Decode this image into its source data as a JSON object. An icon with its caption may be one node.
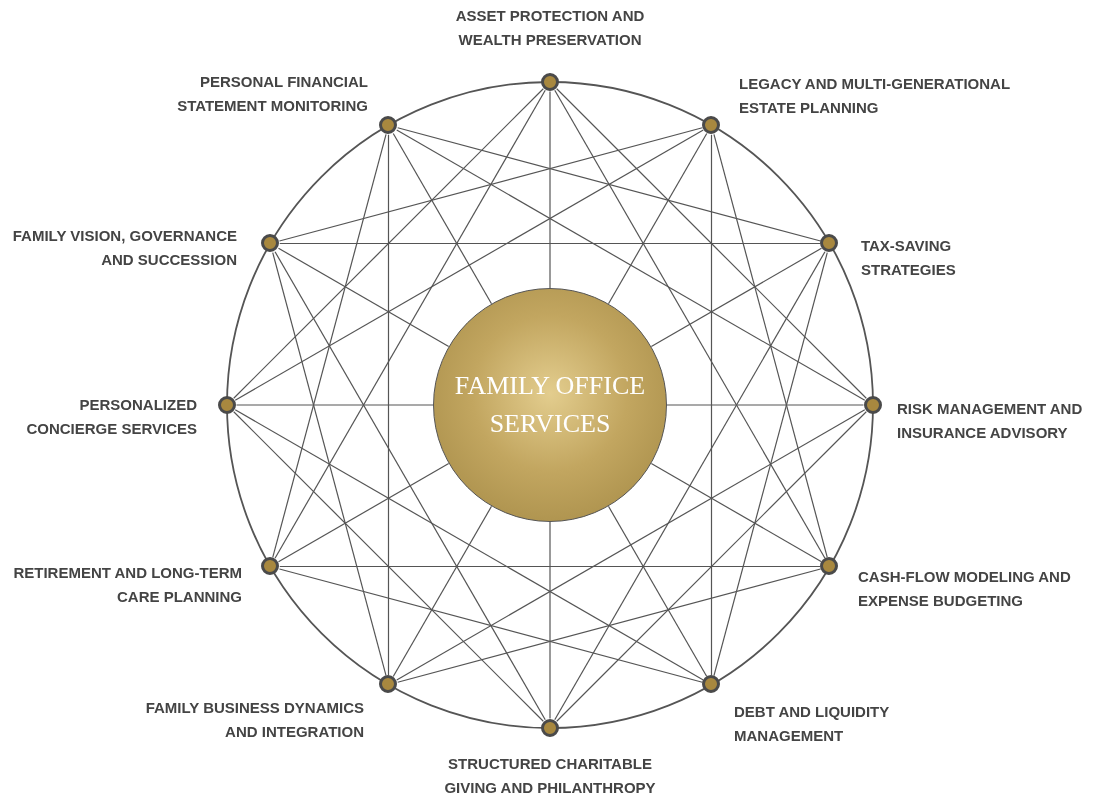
{
  "diagram": {
    "nodes": [
      {
        "text": [
          "ASSET PROTECTION AND WEALTH PRESERVATION"
        ]
      },
      {
        "text": [
          "LEGACY AND MULTI-GENERATIONAL ESTATE PLANNING"
        ]
      },
      {
        "text": [
          "TAX-SAVING STRATEGIES"
        ]
      },
      {
        "text": [
          "RISK MANAGEMENT AND INSURANCE ADVISORY"
        ]
      },
      {
        "text": [
          "CASH-FLOW MODELING AND EXPENSE BUDGETING"
        ]
      },
      {
        "text": [
          "DEBT AND LIQUIDITY MANAGEMENT"
        ]
      },
      {
        "text": [
          "STRUCTURED CHARITABLE GIVING AND PHILANTHROPY"
        ]
      },
      {
        "text": [
          "FAMILY BUSINESS DYNAMICS AND INTEGRATION"
        ]
      },
      {
        "text": [
          "RETIREMENT AND LONG-TERM CARE PLANNING"
        ]
      },
      {
        "text": [
          "PERSONALIZED CONCIERGE SERVICES"
        ]
      },
      {
        "text": [
          "FAMILY VISION, GOVERNANCE AND SUCCESSION"
        ]
      },
      {
        "text": [
          "PERSONAL FINANCIAL STATEMENT MONITORING"
        ]
      },
      {
        "text": [
          "FAMILY OFFICE SERVICES"
        ]
      }
    ],
    "edges": [
      {
        "from": 0,
        "to": 3,
        "arrow": "none"
      },
      {
        "from": 0,
        "to": 4,
        "arrow": "none"
      },
      {
        "from": 1,
        "to": 4,
        "arrow": "none"
      },
      {
        "from": 1,
        "to": 5,
        "arrow": "none"
      },
      {
        "from": 2,
        "to": 5,
        "arrow": "none"
      },
      {
        "from": 2,
        "to": 6,
        "arrow": "none"
      },
      {
        "from": 3,
        "to": 6,
        "arrow": "none"
      },
      {
        "from": 3,
        "to": 7,
        "arrow": "none"
      },
      {
        "from": 4,
        "to": 7,
        "arrow": "none"
      },
      {
        "from": 4,
        "to": 8,
        "arrow": "none"
      },
      {
        "from": 5,
        "to": 8,
        "arrow": "none"
      },
      {
        "from": 5,
        "to": 9,
        "arrow": "none"
      },
      {
        "from": 6,
        "to": 9,
        "arrow": "none"
      },
      {
        "from": 6,
        "to": 10,
        "arrow": "none"
      },
      {
        "from": 7,
        "to": 10,
        "arrow": "none"
      },
      {
        "from": 7,
        "to": 11,
        "arrow": "none"
      },
      {
        "from": 8,
        "to": 11,
        "arrow": "none"
      },
      {
        "from": 8,
        "to": 0,
        "arrow": "none"
      },
      {
        "from": 9,
        "to": 0,
        "arrow": "none"
      },
      {
        "from": 9,
        "to": 1,
        "arrow": "none"
      },
      {
        "from": 10,
        "to": 1,
        "arrow": "none"
      },
      {
        "from": 10,
        "to": 2,
        "arrow": "none"
      },
      {
        "from": 11,
        "to": 2,
        "arrow": "none"
      },
      {
        "from": 11,
        "to": 3,
        "arrow": "none"
      },
      {
        "from": 0,
        "to": 12,
        "arrow": "none"
      },
      {
        "from": 1,
        "to": 12,
        "arrow": "none"
      },
      {
        "from": 2,
        "to": 12,
        "arrow": "none"
      },
      {
        "from": 3,
        "to": 12,
        "arrow": "none"
      },
      {
        "from": 4,
        "to": 12,
        "arrow": "none"
      },
      {
        "from": 5,
        "to": 12,
        "arrow": "none"
      },
      {
        "from": 6,
        "to": 12,
        "arrow": "none"
      },
      {
        "from": 7,
        "to": 12,
        "arrow": "none"
      },
      {
        "from": 8,
        "to": 12,
        "arrow": "none"
      },
      {
        "from": 9,
        "to": 12,
        "arrow": "none"
      },
      {
        "from": 10,
        "to": 12,
        "arrow": "none"
      },
      {
        "from": 11,
        "to": 12,
        "arrow": "none"
      }
    ]
  }
}
